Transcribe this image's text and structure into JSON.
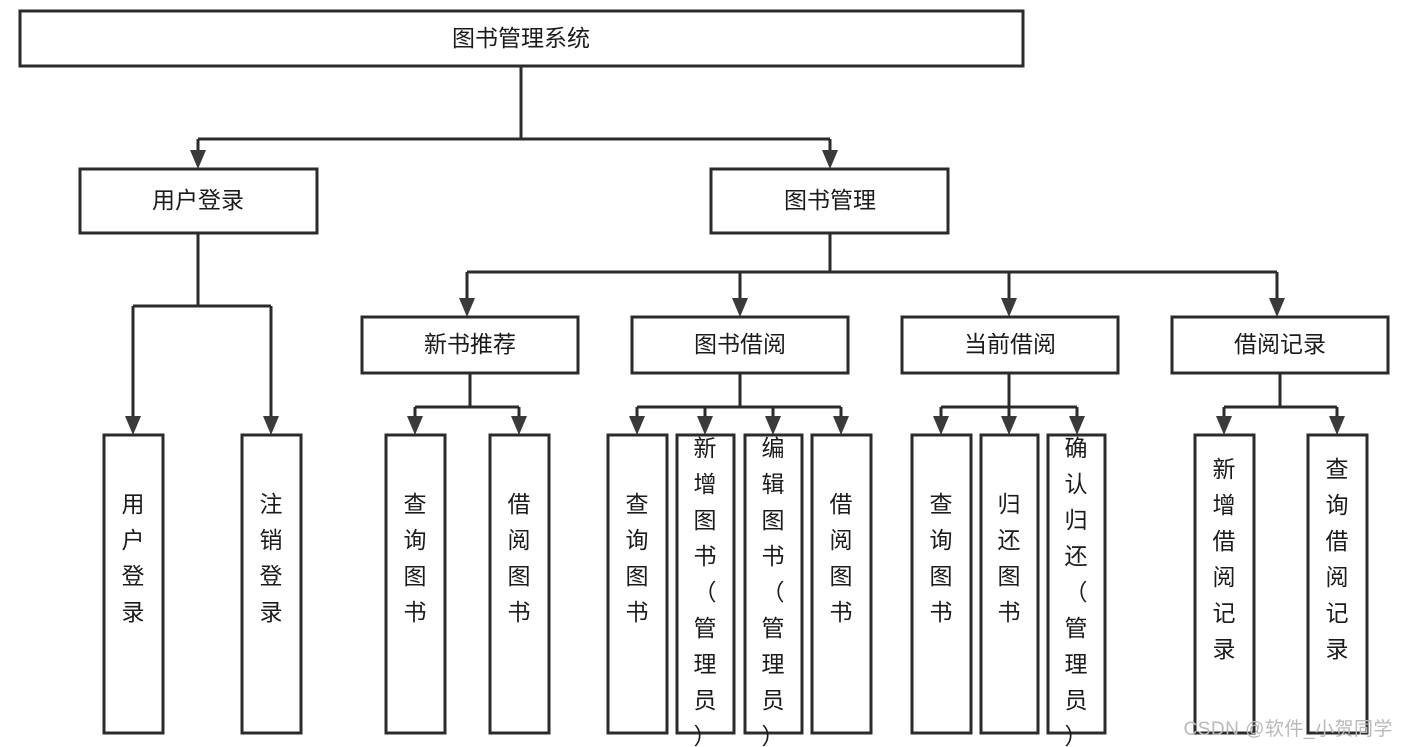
{
  "diagram": {
    "type": "tree-hierarchy",
    "title": "图书管理系统",
    "watermark": "CSDN @软件_小贺同学",
    "colors": {
      "box_stroke": "#2b2b2b",
      "box_fill": "#ffffff",
      "connector": "#2b2b2b",
      "text": "#1b1b1b",
      "watermark": "#b9b9b9",
      "background": "#ffffff"
    },
    "levels": [
      {
        "level": 1,
        "nodes": [
          {
            "id": "root",
            "label": "图书管理系统",
            "orientation": "horizontal"
          }
        ]
      },
      {
        "level": 2,
        "nodes": [
          {
            "id": "login",
            "label": "用户登录",
            "orientation": "horizontal",
            "parent": "root"
          },
          {
            "id": "bookmgmt",
            "label": "图书管理",
            "orientation": "horizontal",
            "parent": "root"
          }
        ]
      },
      {
        "level": 3,
        "nodes": [
          {
            "id": "newbook",
            "label": "新书推荐",
            "orientation": "horizontal",
            "parent": "bookmgmt"
          },
          {
            "id": "borrow",
            "label": "图书借阅",
            "orientation": "horizontal",
            "parent": "bookmgmt"
          },
          {
            "id": "current",
            "label": "当前借阅",
            "orientation": "horizontal",
            "parent": "bookmgmt"
          },
          {
            "id": "records",
            "label": "借阅记录",
            "orientation": "horizontal",
            "parent": "bookmgmt"
          }
        ]
      },
      {
        "level": 4,
        "nodes": [
          {
            "id": "leaf1",
            "label": "用户登录",
            "orientation": "vertical",
            "parent": "login"
          },
          {
            "id": "leaf2",
            "label": "注销登录",
            "orientation": "vertical",
            "parent": "login"
          },
          {
            "id": "leaf3",
            "label": "查询图书",
            "orientation": "vertical",
            "parent": "newbook"
          },
          {
            "id": "leaf4",
            "label": "借阅图书",
            "orientation": "vertical",
            "parent": "newbook"
          },
          {
            "id": "leaf5",
            "label": "查询图书",
            "orientation": "vertical",
            "parent": "borrow"
          },
          {
            "id": "leaf6",
            "label": "新增图书（管理员）",
            "orientation": "vertical",
            "parent": "borrow"
          },
          {
            "id": "leaf7",
            "label": "编辑图书（管理员）",
            "orientation": "vertical",
            "parent": "borrow"
          },
          {
            "id": "leaf8",
            "label": "借阅图书",
            "orientation": "vertical",
            "parent": "borrow"
          },
          {
            "id": "leaf9",
            "label": "查询图书",
            "orientation": "vertical",
            "parent": "current"
          },
          {
            "id": "leaf10",
            "label": "归还图书",
            "orientation": "vertical",
            "parent": "current"
          },
          {
            "id": "leaf11",
            "label": "确认归还（管理员）",
            "orientation": "vertical",
            "parent": "current"
          },
          {
            "id": "leaf12",
            "label": "新增借阅记录",
            "orientation": "vertical",
            "parent": "records"
          },
          {
            "id": "leaf13",
            "label": "查询借阅记录",
            "orientation": "vertical",
            "parent": "records"
          }
        ]
      }
    ]
  }
}
